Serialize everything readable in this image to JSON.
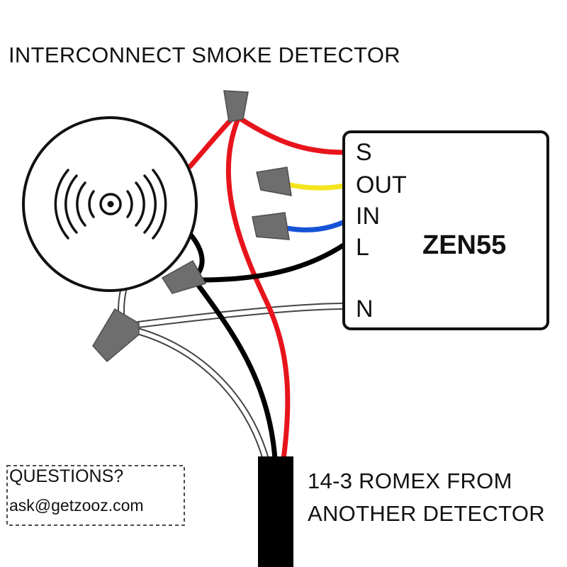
{
  "title": "INTERCONNECT SMOKE DETECTOR",
  "module": {
    "model": "ZEN55",
    "terminals": [
      "S",
      "OUT",
      "IN",
      "L",
      "N"
    ]
  },
  "cable": {
    "label_line1": "14-3 ROMEX FROM",
    "label_line2": "ANOTHER DETECTOR"
  },
  "contact": {
    "heading": "QUESTIONS?",
    "email": "ask@getzooz.com"
  },
  "colors": {
    "red_wire": "#e8141c",
    "yellow_wire": "#f4e41c",
    "blue_wire": "#1553d6",
    "black_wire": "#000000",
    "white_wire_outline": "#444444",
    "wire_nut": "#6e6e6e"
  },
  "icons": {
    "detector": "smoke-alarm-icon",
    "connectors": "wire-nut-icon"
  }
}
